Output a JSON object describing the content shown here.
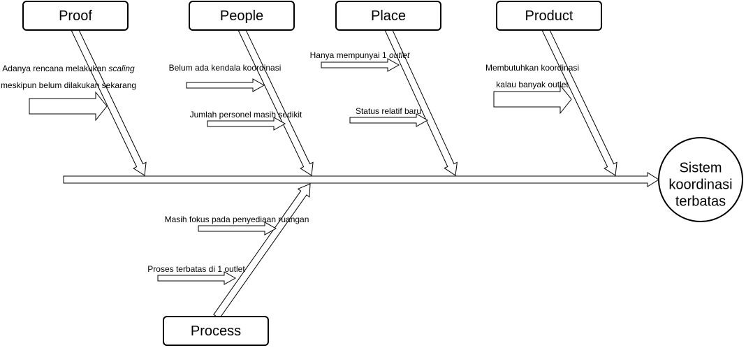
{
  "effect": {
    "lines": [
      "Sistem",
      "koordinasi",
      "terbatas"
    ]
  },
  "categories": [
    {
      "id": "proof",
      "label": "Proof",
      "causes": [
        {
          "lines": [
            [
              "Adanya rencana melakukan ",
              {
                "i": "scaling"
              }
            ],
            [
              "meskipun belum dilakukan sekarang"
            ]
          ]
        }
      ]
    },
    {
      "id": "people",
      "label": "People",
      "causes": [
        {
          "lines": [
            [
              "Belum ada kendala koordinasi"
            ]
          ]
        },
        {
          "lines": [
            [
              "Jumlah personel masih sedikit"
            ]
          ]
        }
      ]
    },
    {
      "id": "place",
      "label": "Place",
      "causes": [
        {
          "lines": [
            [
              "Hanya mempunyai 1 ",
              {
                "i": "outlet"
              }
            ]
          ]
        },
        {
          "lines": [
            [
              "Status relatif baru"
            ]
          ]
        }
      ]
    },
    {
      "id": "product",
      "label": "Product",
      "causes": [
        {
          "lines": [
            [
              "Membutuhkan koordinasi"
            ],
            [
              "kalau banyak outlet"
            ]
          ]
        }
      ]
    },
    {
      "id": "process",
      "label": "Process",
      "causes": [
        {
          "lines": [
            [
              "Masih fokus pada penyediaan ruangan"
            ]
          ]
        },
        {
          "lines": [
            [
              "Proses terbatas di 1 outlet"
            ]
          ]
        }
      ]
    }
  ]
}
